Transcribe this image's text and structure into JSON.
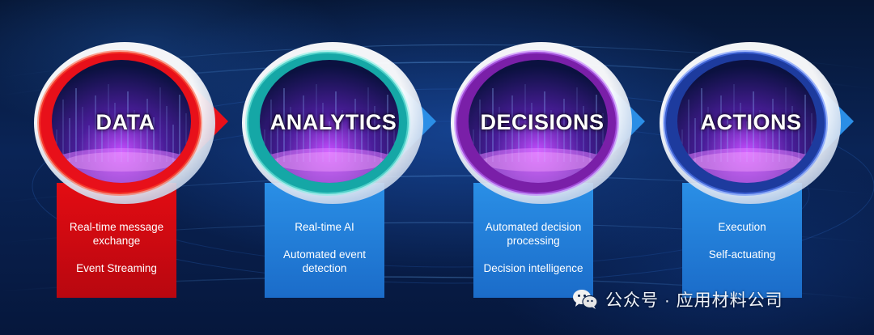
{
  "stages": [
    {
      "title": "DATA",
      "items": [
        "Real-time message exchange",
        "Event Streaming"
      ],
      "ring_color": "#e8101a",
      "ring_glow": "#ff5a3a",
      "card_color": "#e30c12",
      "card_color_bottom": "#b80710",
      "arrow_color": "#e8101a"
    },
    {
      "title": "ANALYTICS",
      "items": [
        "Real-time AI",
        "Automated event detection"
      ],
      "ring_color": "#15a7a6",
      "ring_glow": "#7ff1e4",
      "card_color": "#2a8fe6",
      "card_color_bottom": "#1b6cc9",
      "arrow_color": "#2b8ee6"
    },
    {
      "title": "DECISIONS",
      "items": [
        "Automated decision processing",
        "Decision intelligence"
      ],
      "ring_color": "#7a1fa8",
      "ring_glow": "#c071ff",
      "card_color": "#2a8fe6",
      "card_color_bottom": "#1b6cc9",
      "arrow_color": "#2b8ee6"
    },
    {
      "title": "ACTIONS",
      "items": [
        "Execution",
        "Self-actuating"
      ],
      "ring_color": "#1d3b9e",
      "ring_glow": "#5a83ff",
      "card_color": "#2a8fe6",
      "card_color_bottom": "#1b6cc9",
      "arrow_color": "#2b8ee6"
    }
  ],
  "watermark": {
    "icon": "wechat-icon",
    "text": "公众号 · 应用材料公司"
  }
}
